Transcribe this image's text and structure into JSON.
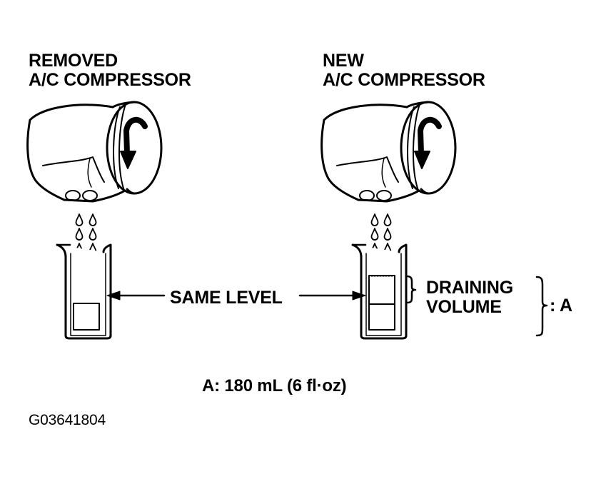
{
  "left_title": [
    "REMOVED",
    "A/C COMPRESSOR"
  ],
  "right_title": [
    "NEW",
    "A/C COMPRESSOR"
  ],
  "same_level": "SAME LEVEL",
  "draining_volume": [
    "DRAINING",
    "VOLUME"
  ],
  "bracket_label": ": A",
  "note": "A: 180 mL (6 fl·oz)",
  "figure_id": "G03641804"
}
